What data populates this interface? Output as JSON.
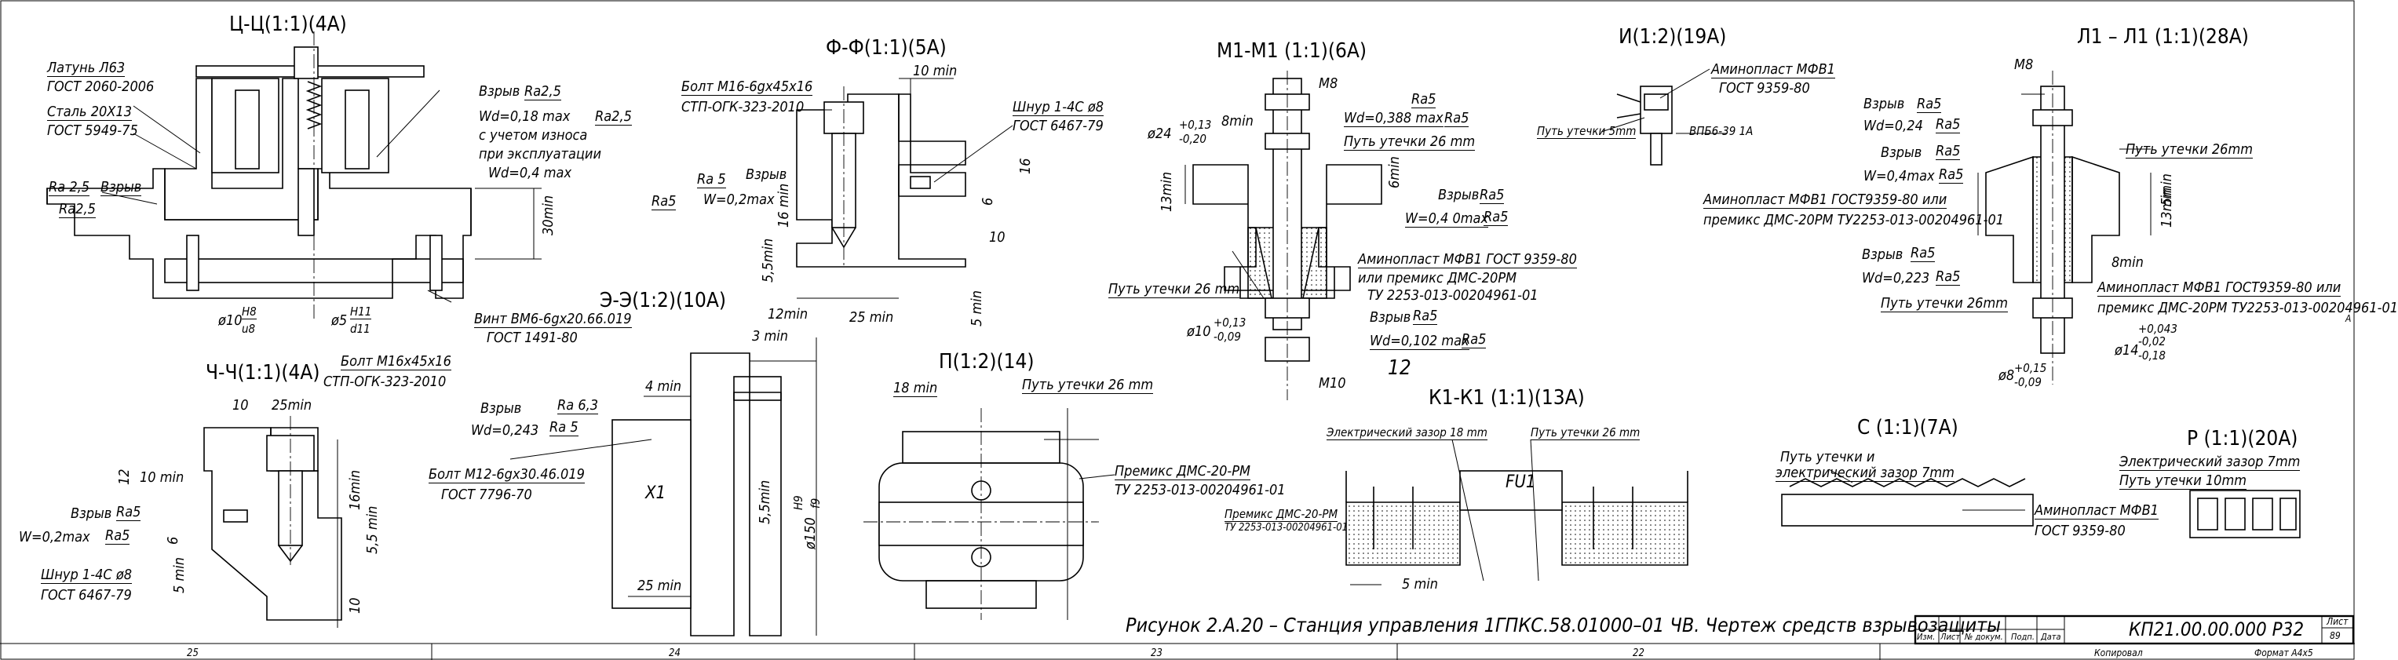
{
  "views": {
    "c_c": {
      "title": "Ц-Ц(1:1)(4А)",
      "labels": [
        "Латунь Л63",
        "ГОСТ 2060-2006",
        "Сталь 20Х13",
        "ГОСТ 5949-75",
        "Ra 2,5",
        "Взрыв",
        "Ra2,5",
        "Взрыв",
        "Ra2,5",
        "Wd=0,18 max",
        "Ra2,5",
        "с учетом износа",
        "при эксплуатации",
        "Wd=0,4 max",
        "30min",
        "ø10",
        "H8",
        "u8",
        "ø5",
        "H11",
        "d11",
        "Винт ВМ6-6gх20.66.019",
        "ГОСТ 1491-80"
      ]
    },
    "f_f": {
      "title": "Ф-Ф(1:1)(5А)",
      "labels": [
        "Болт М16-6gх45х16",
        "СТП-ОГК-323-2010",
        "10 min",
        "Шнур 1-4С ø8",
        "ГОСТ 6467-79",
        "Ra 5",
        "Взрыв",
        "Ra5",
        "W=0,2max",
        "16 min",
        "5,5min",
        "16",
        "6",
        "10",
        "25 min",
        "5 min"
      ]
    },
    "m_m": {
      "title": "М1-М1 (1:1)(6А)",
      "labels": [
        "М8",
        "Ra5",
        "ø24",
        "+0,13",
        "-0,20",
        "8min",
        "Wd=0,388 max",
        "Ra5",
        "Путь утечки 26 mm",
        "13min",
        "6min",
        "Взрыв",
        "Ra5",
        "W=0,4 0max",
        "Ra5",
        "Аминопласт МФВ1 ГОСТ 9359-80",
        "или премикс ДМС-20РМ",
        "ТУ 2253-013-00204961-01",
        "Путь утечки 26 mm",
        "ø10",
        "+0,13",
        "-0,09",
        "Взрыв",
        "Ra5",
        "Wd=0,102 max",
        "Ra5",
        "12",
        "М10"
      ]
    },
    "i_i": {
      "title": "И(1:2)(19А)",
      "labels": [
        "Аминопласт МФВ1",
        "ГОСТ 9359-80",
        "Путь утечки 5mm",
        "ВПБ6-39 1А"
      ]
    },
    "l_l": {
      "title": "Л1 – Л1 (1:1)(28А)",
      "labels": [
        "М8",
        "Взрыв",
        "Ra5",
        "Wd=0,24",
        "Ra5",
        "Взрыв",
        "Ra5",
        "W=0,4max",
        "Ra5",
        "Путь утечки 26mm",
        "Аминопласт МФВ1 ГОСТ9359-80 или",
        "премикс ДМС-20РМ ТУ2253-013-00204961-01",
        "5min",
        "13min",
        "Взрыв",
        "Ra5",
        "Wd=0,223",
        "Ra5",
        "8min",
        "Аминопласт МФВ1 ГОСТ9359-80 или",
        "премикс ДМС-20РМ ТУ2253-013-00204961-01",
        "Путь утечки 26mm",
        "+0,043",
        "-0,02",
        "ø14",
        "-0,18",
        "ø8",
        "+0,15",
        "-0,09"
      ]
    },
    "ch_ch": {
      "title": "Ч-Ч(1:1)(4А)",
      "labels": [
        "10",
        "25min",
        "Болт М16х45х16",
        "СТП-ОГК-323-2010",
        "Взрыв",
        "Ra 6,3",
        "Wd=0,243",
        "Ra 5",
        "12",
        "10 min",
        "16min",
        "Взрыв",
        "Ra5",
        "W=0,2max",
        "Ra5",
        "6",
        "5,5 min",
        "Шнур 1-4С ø8",
        "ГОСТ 6467-79",
        "5 min",
        "10"
      ]
    },
    "e_e": {
      "title": "Э-Э(1:2)(10А)",
      "labels": [
        "12min",
        "3 min",
        "4 min",
        "Болт М12-6gх30.46.019",
        "ГОСТ 7796-70",
        "Х1",
        "25 min",
        "5,5min",
        "ø150",
        "H9",
        "f9"
      ]
    },
    "p_p": {
      "title": "П(1:2)(14)",
      "labels": [
        "18 min",
        "Путь утечки 26 mm",
        "Премикс ДМС-20-РМ",
        "ТУ 2253-013-00204961-01"
      ]
    },
    "k_k": {
      "title": "К1-К1 (1:1)(13А)",
      "labels": [
        "Электрический зазор 18 mm",
        "Путь утечки 26 mm",
        "FU1",
        "Премикс ДМС-20-РМ",
        "ТУ 2253-013-00204961-01",
        "5 min"
      ]
    },
    "s_s": {
      "title": "С (1:1)(7А)",
      "labels": [
        "Путь утечки и",
        "электрический зазор 7mm",
        "Аминопласт МФВ1",
        "ГОСТ 9359-80"
      ]
    },
    "r_r": {
      "title": "Р (1:1)(20А)",
      "labels": [
        "Электрический зазор 7mm",
        "Путь утечки 10mm"
      ]
    }
  },
  "caption": "Рисунок 2.А.20 –  Станция управления 1ГПКС.58.01000–01 ЧВ. Чертеж средств взрывозащиты",
  "title_block": {
    "doc_code": "КП21.00.00.000 Р32",
    "sheet_label": "Лист",
    "sheet_no": "89",
    "cols": [
      "Изм.",
      "Лист",
      "№ докум.",
      "Подп.",
      "Дата"
    ],
    "copied": "Копировал",
    "format": "Формат   А4х5"
  },
  "zones": [
    "25",
    "24",
    "23",
    "22"
  ],
  "margin_mark": "А"
}
